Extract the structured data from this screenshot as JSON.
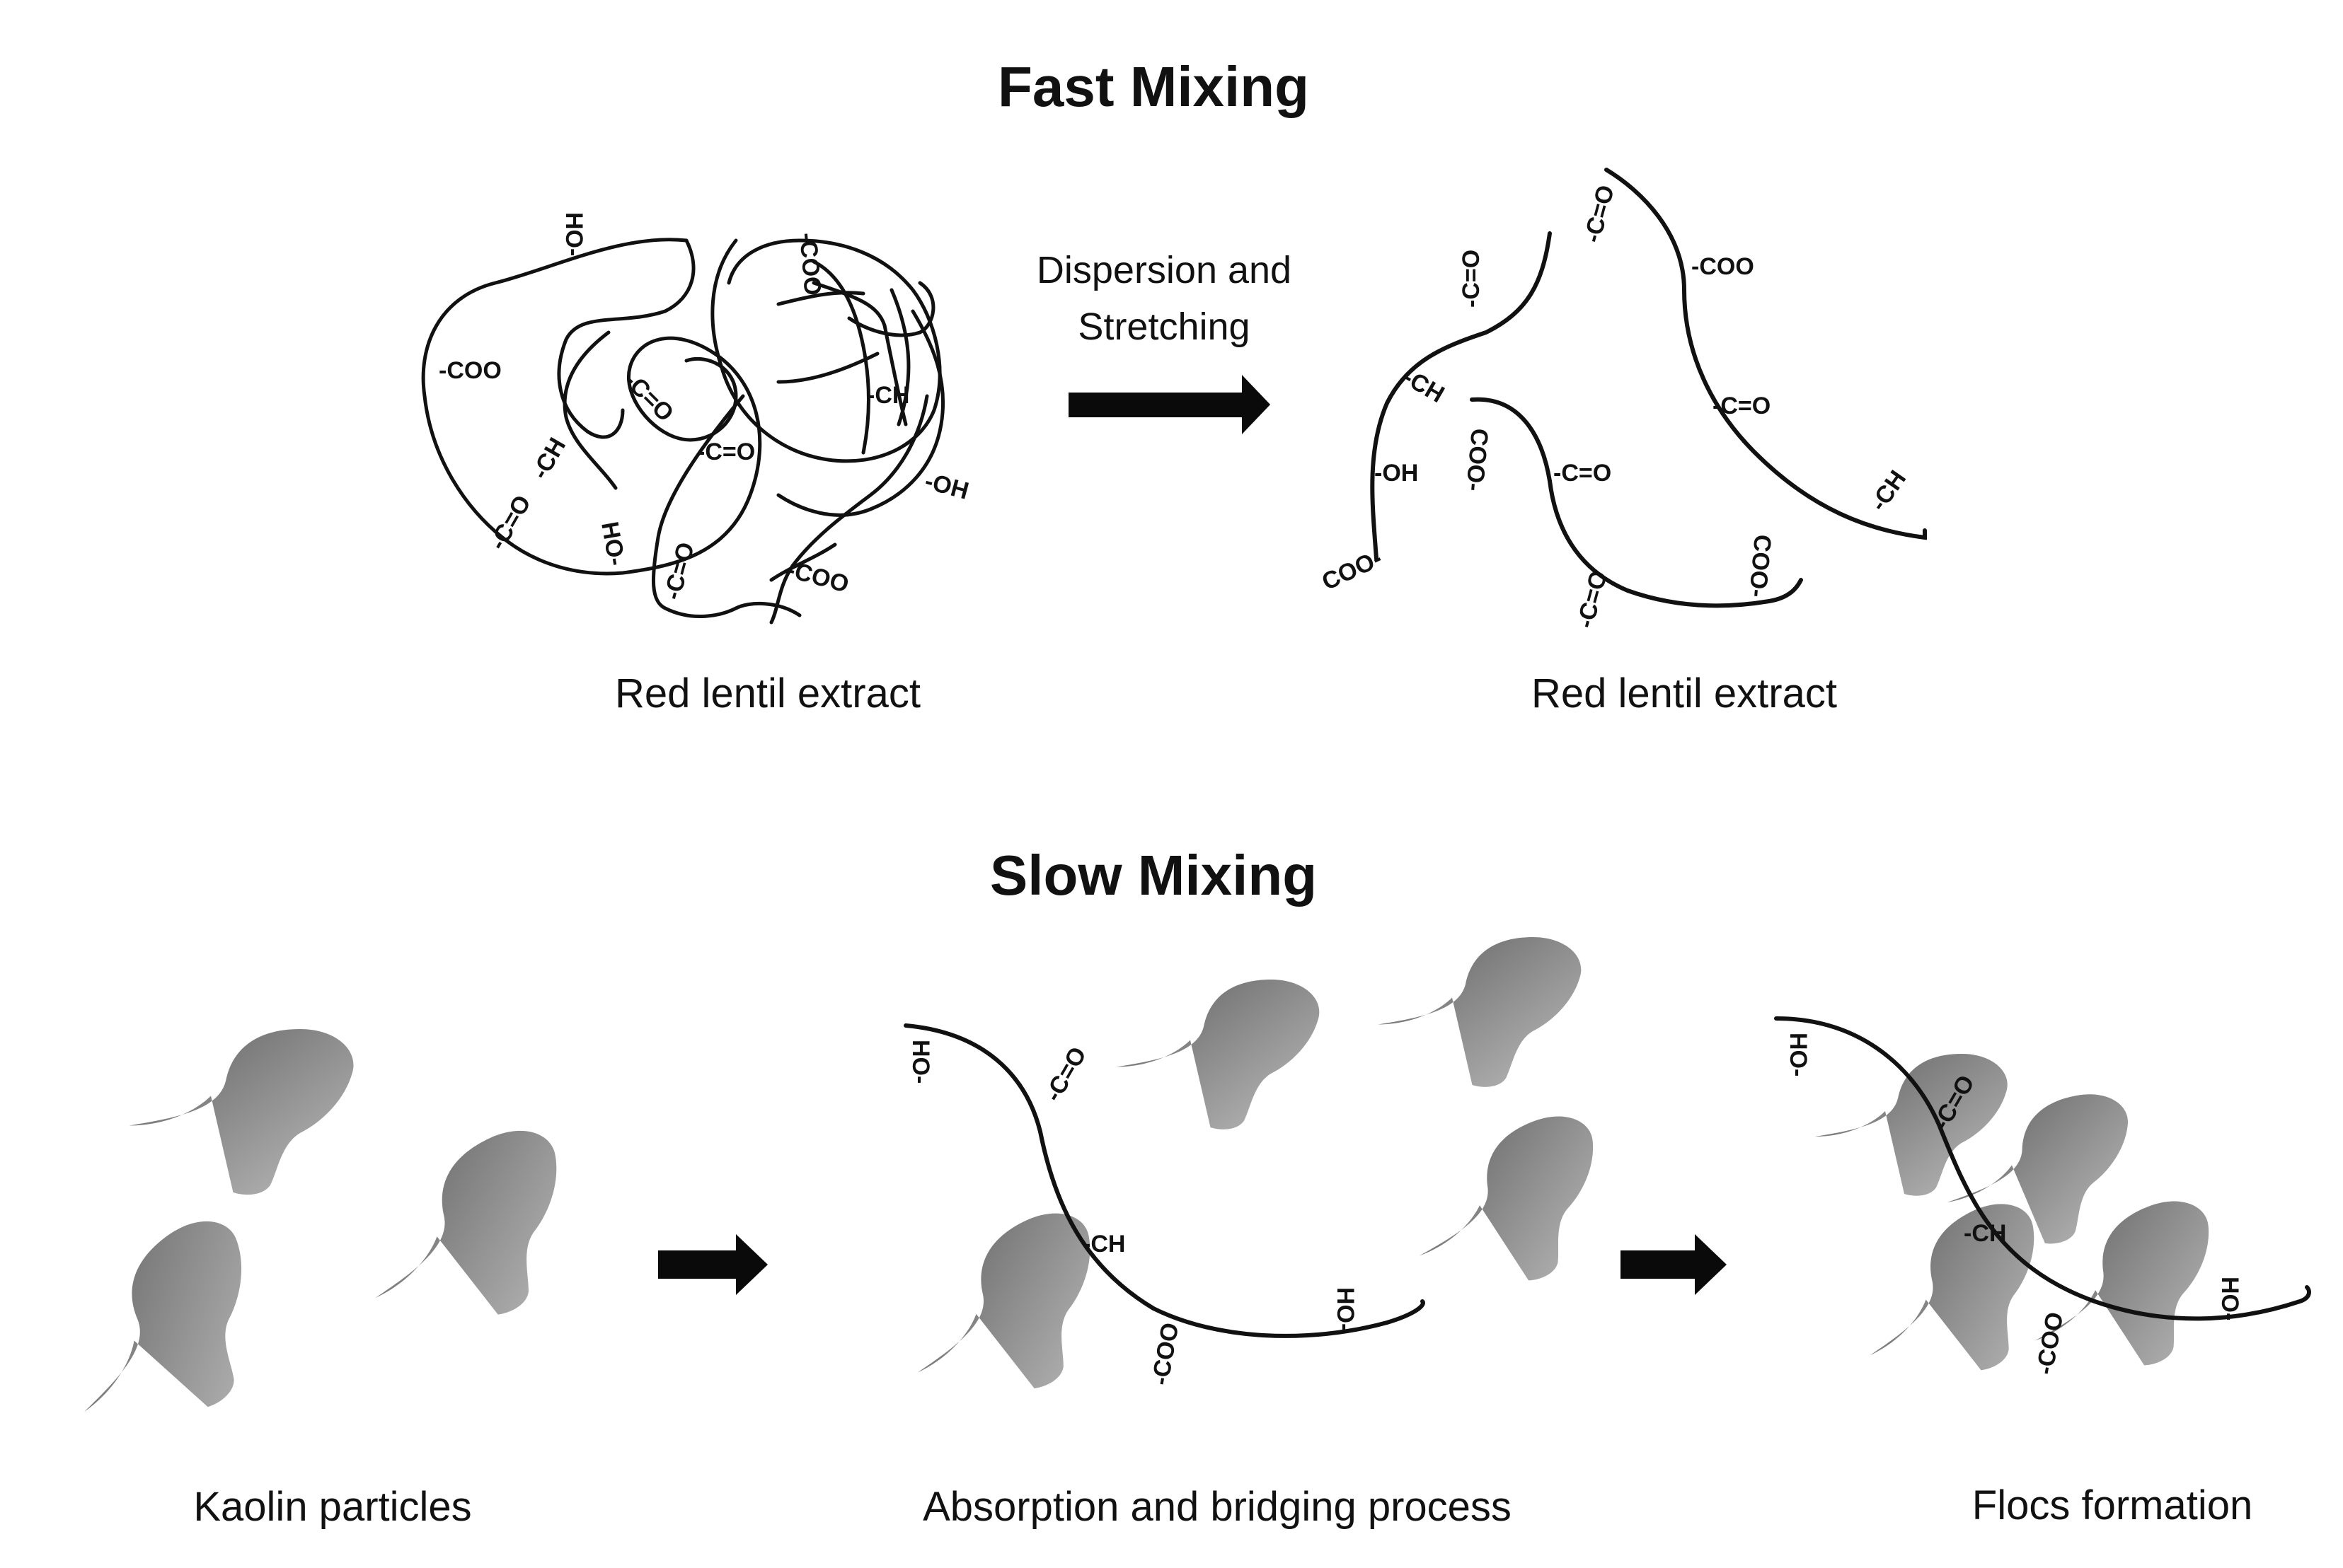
{
  "top": {
    "title": "Fast Mixing",
    "arrow_label_line1": "Dispersion and",
    "arrow_label_line2": "Stretching",
    "left_caption": "Red lentil extract",
    "right_caption": "Red lentil extract"
  },
  "bottom": {
    "title": "Slow Mixing",
    "caption_1": "Kaolin particles",
    "caption_2": "Absorption and bridging process",
    "caption_3": "Flocs formation"
  },
  "groups": {
    "oh": "-OH",
    "ho": "HO-",
    "coo": "-COO",
    "ooc": "COO-",
    "co": "-C=O",
    "ch": "-CH"
  },
  "colors": {
    "ink": "#111111",
    "particle_dark": "#6e6e6e",
    "particle_light": "#b4b4b4"
  }
}
